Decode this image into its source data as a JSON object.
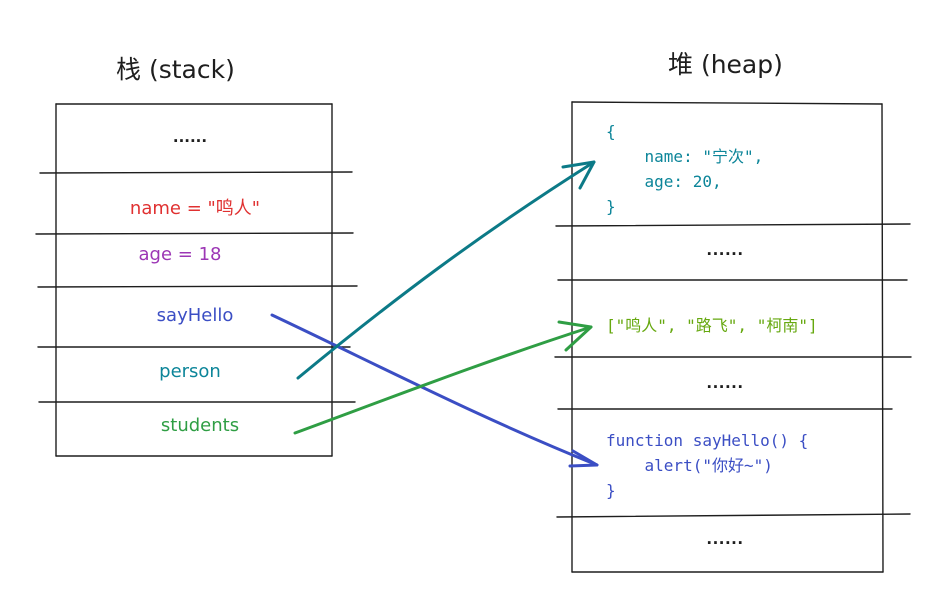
{
  "titles": {
    "stack": "栈 (stack)",
    "heap": "堆 (heap)"
  },
  "stack": {
    "slots": [
      {
        "text": "......",
        "color": "#1e1e1e"
      },
      {
        "text": "name = \"鸣人\"",
        "color": "#e03131"
      },
      {
        "text": "age = 18",
        "color": "#9c36b5"
      },
      {
        "text": "sayHello",
        "color": "#3b4ec4"
      },
      {
        "text": "person",
        "color": "#0c8599"
      },
      {
        "text": "students",
        "color": "#2f9e44"
      }
    ]
  },
  "heap": {
    "object_literal": {
      "open": "{",
      "name_line": "    name: \"宁次\",",
      "age_line": "    age: 20,",
      "close": "}",
      "color": "#0c8599"
    },
    "dots_1": "......",
    "array_literal": {
      "text": "[\"鸣人\", \"路飞\", \"柯南\"]",
      "color": "#66a80f"
    },
    "dots_2": "......",
    "function_literal": {
      "line1": "function sayHello() {",
      "line2": "    alert(\"你好~\")",
      "line3": "}",
      "color": "#3b4ec4"
    },
    "dots_3": "......"
  },
  "arrows": [
    {
      "from": "sayHello",
      "to": "function_literal",
      "color": "#3b4ec4"
    },
    {
      "from": "person",
      "to": "object_literal",
      "color": "#0c7a87"
    },
    {
      "from": "students",
      "to": "array_literal",
      "color": "#2f9e44"
    }
  ]
}
